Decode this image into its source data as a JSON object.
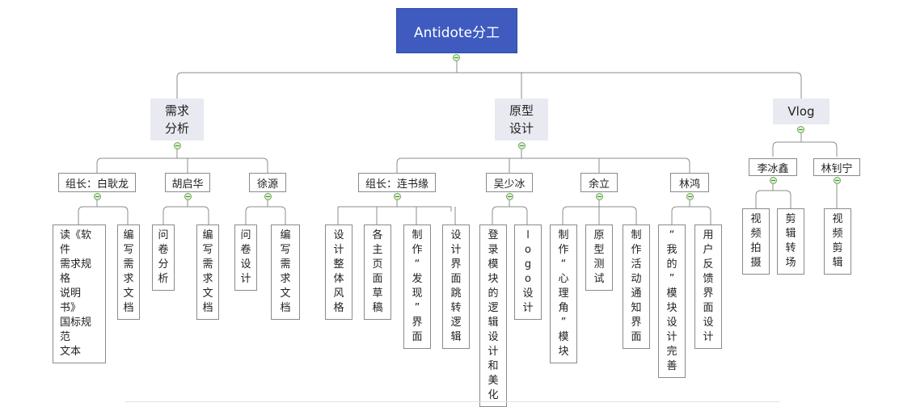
{
  "root": {
    "label": "Antidote分工"
  },
  "branches": {
    "req": {
      "label": "需求\n分析"
    },
    "proto": {
      "label": "原型\n设计"
    },
    "vlog": {
      "label": "Vlog"
    }
  },
  "members": {
    "bai": "组长：白耿龙",
    "hu": "胡启华",
    "xu": "徐源",
    "lian": "组长：连书缘",
    "wu": "吴少冰",
    "yu": "余立",
    "lin": "林鸿",
    "li": "李冰鑫",
    "linzn": "林钊宁"
  },
  "tasks": {
    "t1": "读《软件需求规格说明书》国标规范文本",
    "t2": "编写需求文档",
    "t3": "问卷分析",
    "t4": "编写需求文档",
    "t5": "问卷设计",
    "t6": "编写需求文档",
    "t7": "设计整体风格",
    "t8": "各主页面草稿",
    "t9": "制作“发现”界面",
    "t10": "设计界面跳转逻辑",
    "t11": "登录模块的逻辑设计和美化",
    "t12": "logo设计",
    "t13": "制作“心理角”模块",
    "t14": "原型测试",
    "t15": "制作活动通知界面",
    "t16": "“我的”模块设计完善",
    "t17": "用户反馈界面设计",
    "t18": "视频拍摄",
    "t19": "剪辑转场",
    "t20": "视频剪辑"
  }
}
